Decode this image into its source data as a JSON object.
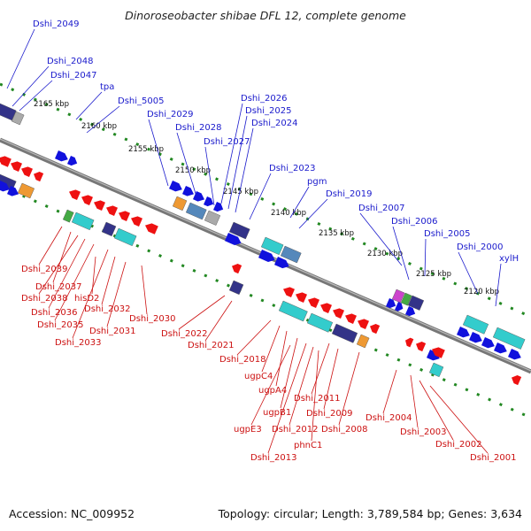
{
  "title": "Dinoroseobacter shibae DFL 12, complete genome",
  "footer": {
    "accession": "Accession: NC_009952",
    "summary": "Topology: circular; Length: 3,789,584 bp; Genes: 3,634"
  },
  "colors": {
    "forward_gene": "#1111dd",
    "reverse_gene": "#ee1111",
    "top_label": "#1a1acc",
    "bottom_label": "#cc1111",
    "backbone": "#777777",
    "scale_dots": "#228822",
    "cog_cyan": "#33cccc",
    "cog_navy": "#333388",
    "cog_steel": "#5588bb",
    "cog_orange": "#ee9933",
    "cog_gray": "#aaaaaa",
    "cog_green": "#44aa44",
    "cog_magenta": "#cc44cc"
  },
  "kbp_ticks": [
    "2165 kbp",
    "2160 kbp",
    "2155 kbp",
    "2150 kbp",
    "2145 kbp",
    "2140 kbp",
    "2135 kbp",
    "2130 kbp",
    "2125 kbp",
    "2120 kbp"
  ],
  "top_labels": [
    "Dshi_2049",
    "Dshi_2048",
    "Dshi_2047",
    "tpa",
    "Dshi_5005",
    "Dshi_2029",
    "Dshi_2028",
    "Dshi_2027",
    "Dshi_2026",
    "Dshi_2025",
    "Dshi_2024",
    "Dshi_2023",
    "pgm",
    "Dshi_2019",
    "Dshi_2007",
    "Dshi_2006",
    "Dshi_2005",
    "Dshi_2000",
    "xylH"
  ],
  "bottom_labels": [
    "Dshi_2039",
    "Dshi_2037",
    "Dshi_2038",
    "Dshi_2036",
    "Dshi_2035",
    "Dshi_2033",
    "hisD2",
    "Dshi_2032",
    "Dshi_2031",
    "Dshi_2030",
    "Dshi_2022",
    "Dshi_2021",
    "Dshi_2018",
    "ugpC4",
    "ugpA4",
    "ugpB1",
    "ugpE3",
    "Dshi_2012",
    "Dshi_2013",
    "Dshi_2011",
    "Dshi_2009",
    "phnC1",
    "Dshi_2008",
    "Dshi_2004",
    "Dshi_2003",
    "Dshi_2002",
    "Dshi_2001"
  ]
}
